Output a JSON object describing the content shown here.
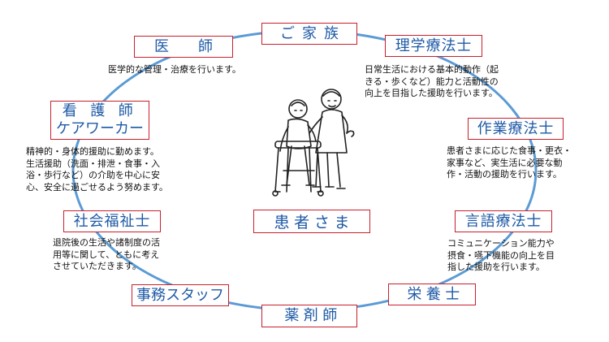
{
  "colors": {
    "ring": "#5b9bd5",
    "box_border": "#c8202c",
    "role_text": "#1e5aa6",
    "body_text": "#111111"
  },
  "center": {
    "label": "患者さま"
  },
  "roles": {
    "family": {
      "label": "ご家族"
    },
    "doctor": {
      "label": "医　師",
      "desc": "医学的な管理・治療を行います。"
    },
    "pt": {
      "label": "理学療法士",
      "desc": "日常生活における基本的動作（起\nきる・歩くなど）能力と活動性の\n向上を目指した援助を行います。"
    },
    "nurse": {
      "label_line1": "看 護 師",
      "label_line2": "ケアワーカー",
      "desc": "精神的・身体的援助に勤めます。\n生活援助（洗面・排泄・食事・入\n浴・歩行など）の介助を中心に安\n心、安全に過ごせるよう努めます。"
    },
    "ot": {
      "label": "作業療法士",
      "desc": "患者さまに応じた食事・更衣・\n家事など、実生活に必要な動\n作・活動の援助を行います。"
    },
    "social": {
      "label": "社会福祉士",
      "desc": "退院後の生活や諸制度の活\n用等に関して、ともに考え\nさせていただきます。"
    },
    "st": {
      "label": "言語療法士",
      "desc": "コミュニケーション能力や\n摂食・嚥下機能の向上を目\n指した援助を行います。"
    },
    "office": {
      "label": "事務スタッフ"
    },
    "nutrition": {
      "label": "栄養士"
    },
    "pharmacist": {
      "label": "薬剤師"
    }
  },
  "icons": {
    "center_illustration": "caregiver-helping-walker-patient-illustration"
  }
}
